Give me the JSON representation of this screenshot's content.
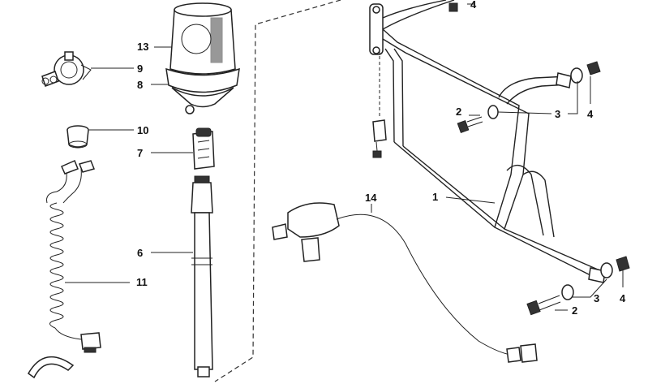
{
  "callouts": [
    {
      "id": "13",
      "text": "13"
    },
    {
      "id": "9",
      "text": "9"
    },
    {
      "id": "8",
      "text": "8"
    },
    {
      "id": "10",
      "text": "10"
    },
    {
      "id": "7",
      "text": "7"
    },
    {
      "id": "6",
      "text": "6"
    },
    {
      "id": "11",
      "text": "11"
    },
    {
      "id": "14",
      "text": "14"
    },
    {
      "id": "1",
      "text": "1"
    },
    {
      "id": "2a",
      "text": "2"
    },
    {
      "id": "3a",
      "text": "3"
    },
    {
      "id": "4a",
      "text": "4"
    },
    {
      "id": "4top",
      "text": "4"
    },
    {
      "id": "2b",
      "text": "2"
    },
    {
      "id": "3b",
      "text": "3"
    },
    {
      "id": "4b",
      "text": "4"
    }
  ]
}
